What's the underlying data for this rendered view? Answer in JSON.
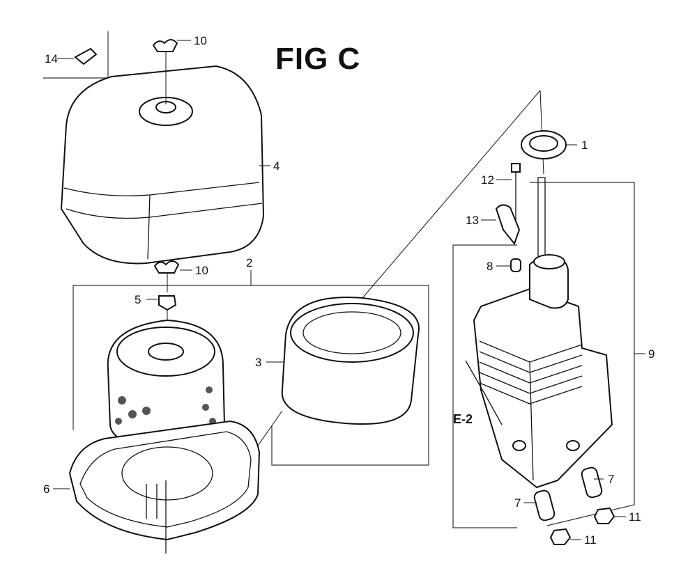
{
  "figure": {
    "title": "FIG C",
    "section_ref": "E-2",
    "callouts": {
      "c1": "1",
      "c2": "2",
      "c3": "3",
      "c4": "4",
      "c5": "5",
      "c6": "6",
      "c7a": "7",
      "c7b": "7",
      "c8": "8",
      "c9": "9",
      "c10a": "10",
      "c10b": "10",
      "c11a": "11",
      "c11b": "11",
      "c12": "12",
      "c13": "13",
      "c14": "14"
    }
  }
}
